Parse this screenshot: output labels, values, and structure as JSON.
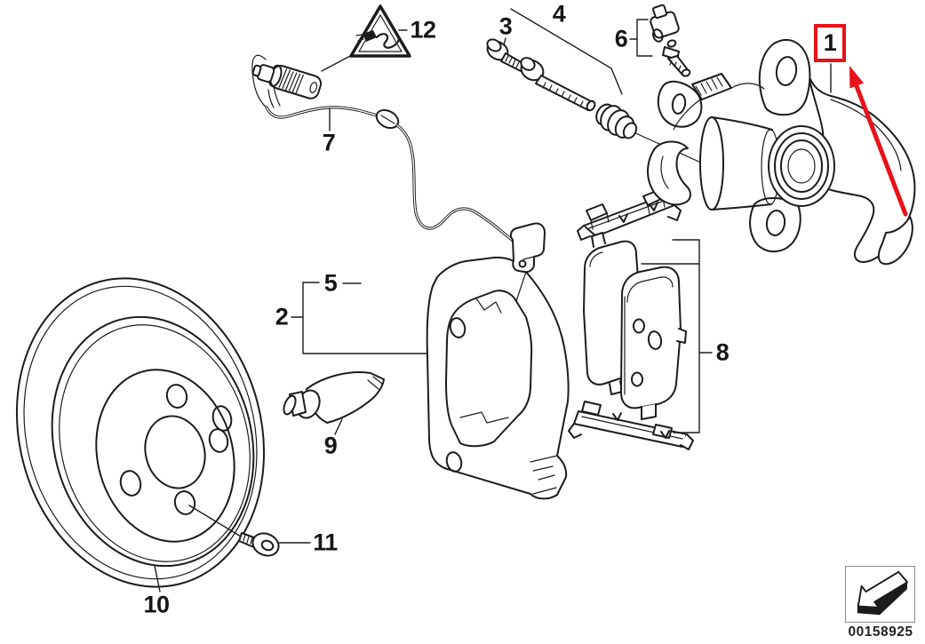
{
  "diagram": {
    "callouts": [
      {
        "label": "1",
        "highlighted": true
      },
      {
        "label": "2"
      },
      {
        "label": "3"
      },
      {
        "label": "4"
      },
      {
        "label": "5"
      },
      {
        "label": "6"
      },
      {
        "label": "7"
      },
      {
        "label": "8"
      },
      {
        "label": "9"
      },
      {
        "label": "10"
      },
      {
        "label": "11"
      },
      {
        "label": "12"
      }
    ],
    "doc_number": "00158925",
    "colors": {
      "highlight_red": "#e81219",
      "line": "#1c1c1c",
      "background": "#ffffff",
      "icon_box_border": "#8c8c8c"
    },
    "icons": {
      "warning_triangle": "connector-warning-triangle-icon",
      "direction_arrow": "direction-of-travel-arrow-icon"
    }
  }
}
